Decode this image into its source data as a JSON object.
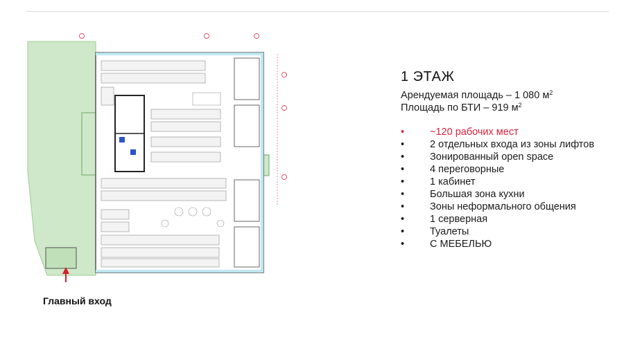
{
  "slide": {
    "title": "1 ЭТАЖ",
    "rentable_area": "Арендуемая площадь – 1 080 м",
    "bti_area": "Площадь по БТИ – 919 м",
    "area_unit_superscript": "2",
    "entrance_label": "Главный вход",
    "bullet_symbol": "•",
    "features": [
      {
        "text": "~120 рабочих мест",
        "highlight": true
      },
      {
        "text": "2 отдельных входа из зоны лифтов",
        "highlight": false
      },
      {
        "text": "Зонированный open space",
        "highlight": false
      },
      {
        "text": "4 переговорные",
        "highlight": false
      },
      {
        "text": "1 кабинет",
        "highlight": false
      },
      {
        "text": "Большая зона кухни",
        "highlight": false
      },
      {
        "text": "Зоны неформального общения",
        "highlight": false
      },
      {
        "text": "1 серверная",
        "highlight": false
      },
      {
        "text": "Туалеты",
        "highlight": false
      },
      {
        "text": "С МЕБЕЛЬЮ",
        "highlight": false
      }
    ]
  },
  "colors": {
    "accent": "#e0213b",
    "plan_green": "#cfe8c9",
    "arrow": "#d61f2c"
  }
}
